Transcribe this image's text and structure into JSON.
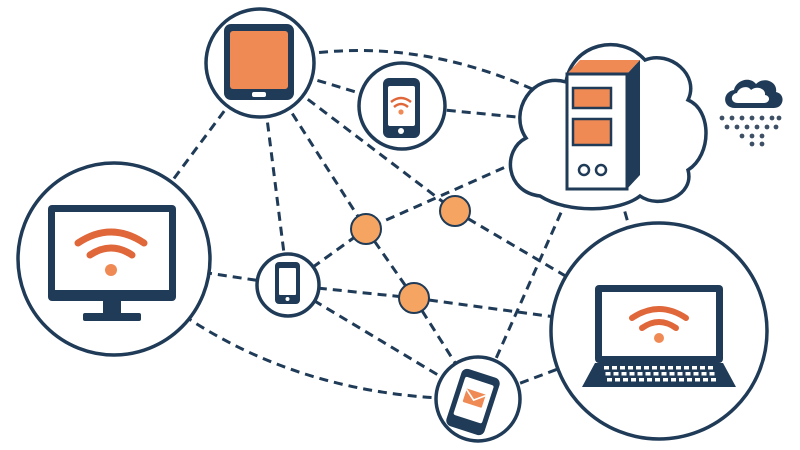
{
  "colors": {
    "navy": "#1f3b57",
    "accent": "#f08a55",
    "accent_dark": "#e0673a",
    "hub": "#f5a462",
    "white": "#ffffff",
    "rain": "#3d5066"
  },
  "nodes": [
    {
      "id": "tablet",
      "icon": "tablet-icon"
    },
    {
      "id": "phone-top",
      "icon": "smartphone-wifi-icon"
    },
    {
      "id": "server",
      "icon": "server-tower-icon"
    },
    {
      "id": "monitor",
      "icon": "monitor-wifi-icon"
    },
    {
      "id": "phone-middle",
      "icon": "smartphone-icon"
    },
    {
      "id": "phone-bottom",
      "icon": "smartphone-mail-icon"
    },
    {
      "id": "laptop",
      "icon": "laptop-wifi-icon"
    }
  ],
  "hubs": [
    "hub-upper-left",
    "hub-upper-right",
    "hub-lower"
  ],
  "decorations": [
    {
      "icon": "cloud-rain-icon"
    }
  ],
  "connections": [
    [
      "tablet",
      "phone-top"
    ],
    [
      "tablet",
      "server"
    ],
    [
      "tablet",
      "monitor"
    ],
    [
      "tablet",
      "phone-middle"
    ],
    [
      "tablet",
      "hub-upper-left"
    ],
    [
      "tablet",
      "hub-upper-right"
    ],
    [
      "phone-top",
      "server"
    ],
    [
      "server",
      "hub-upper-left"
    ],
    [
      "server",
      "laptop"
    ],
    [
      "monitor",
      "phone-middle"
    ],
    [
      "monitor",
      "phone-bottom"
    ],
    [
      "phone-middle",
      "hub-upper-left"
    ],
    [
      "phone-middle",
      "hub-lower"
    ],
    [
      "phone-middle",
      "phone-bottom"
    ],
    [
      "hub-upper-left",
      "hub-lower"
    ],
    [
      "hub-upper-right",
      "laptop"
    ],
    [
      "hub-lower",
      "laptop"
    ],
    [
      "hub-lower",
      "phone-bottom"
    ],
    [
      "phone-bottom",
      "laptop"
    ],
    [
      "phone-bottom",
      "server"
    ]
  ]
}
